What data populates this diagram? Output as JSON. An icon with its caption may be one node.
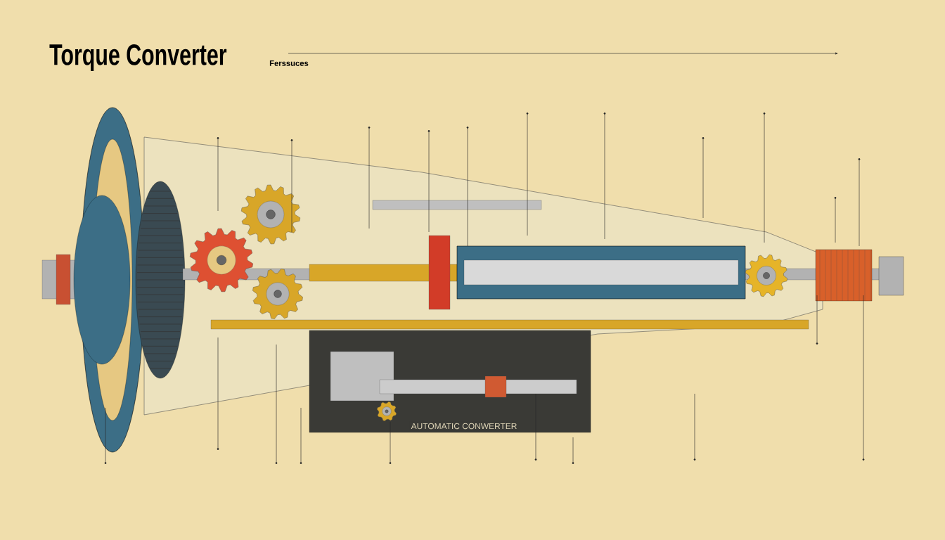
{
  "diagram": {
    "title": "Torque Converter",
    "labels": [
      "Ferssuces",
      "AUTOMATIC CONWERTER"
    ]
  }
}
